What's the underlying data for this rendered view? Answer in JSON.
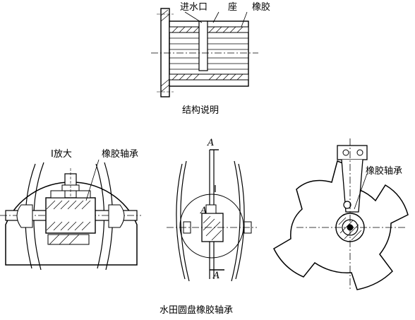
{
  "colors": {
    "ink": "#000000",
    "paper": "#ffffff"
  },
  "top_view": {
    "labels": {
      "water_inlet": "进水口",
      "seat": "座",
      "rubber": "橡胶"
    },
    "caption": "结构说明"
  },
  "left_view": {
    "labels": {
      "detail": "I放大",
      "bearing": "橡胶轴承"
    }
  },
  "middle_view": {
    "labels": {
      "section_top": "A",
      "section_side": "A",
      "section_bottom": "A",
      "detail_mark": "I"
    }
  },
  "right_view": {
    "labels": {
      "section_title": "A—A",
      "bearing": "橡胶轴承"
    }
  },
  "figure_caption": "水田圆盘橡胶轴承"
}
